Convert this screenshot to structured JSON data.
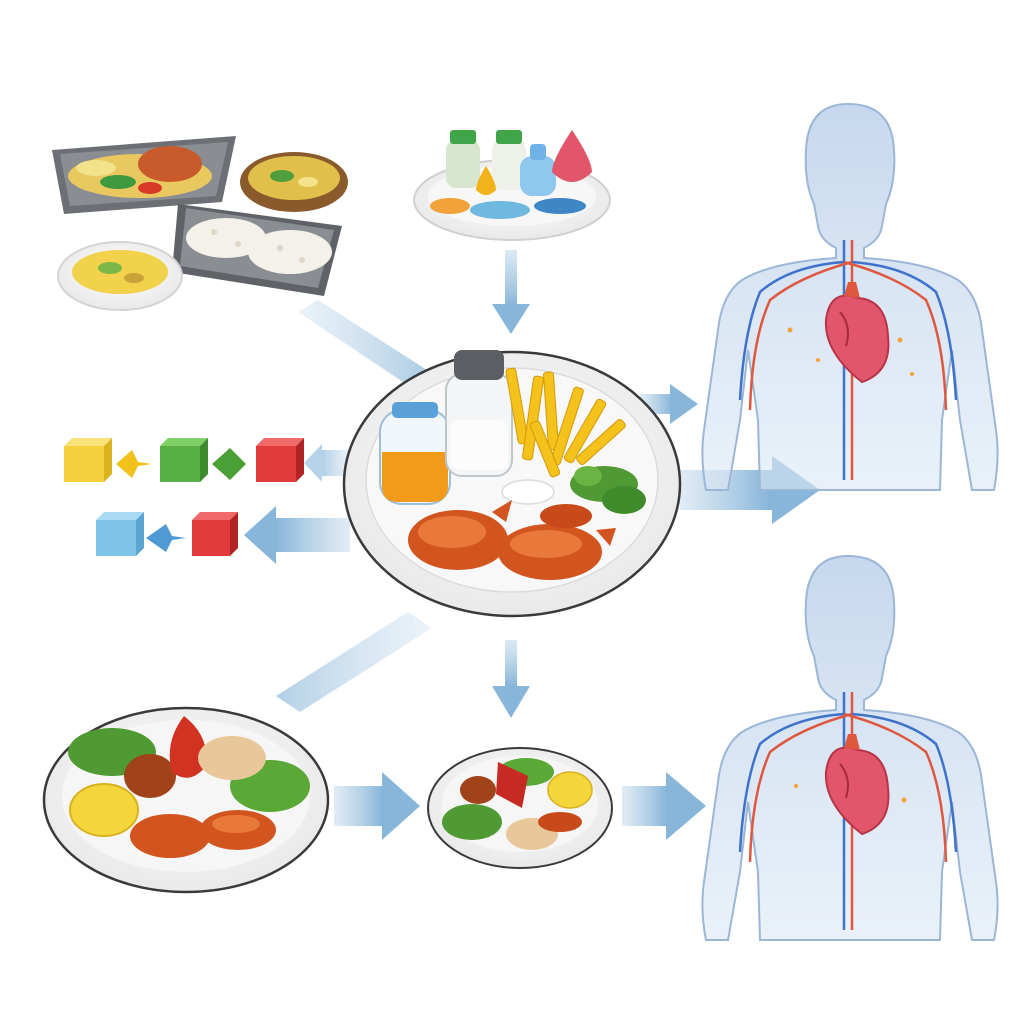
{
  "diagram": {
    "nodes": [
      {
        "id": "prepared-meals",
        "icon": "trays-and-bowls-icon"
      },
      {
        "id": "condiments",
        "icon": "condiment-bottles-icon"
      },
      {
        "id": "central-plate",
        "icon": "salty-meal-plate-icon"
      },
      {
        "id": "cube-row-top",
        "icon": "cubes-icon"
      },
      {
        "id": "cube-row-bottom",
        "icon": "cubes-icon"
      },
      {
        "id": "large-meal-plate",
        "icon": "meal-plate-icon"
      },
      {
        "id": "small-meal-plate",
        "icon": "meal-plate-icon"
      },
      {
        "id": "body-top",
        "icon": "human-heart-icon"
      },
      {
        "id": "body-bottom",
        "icon": "human-heart-icon"
      }
    ],
    "edges": [
      {
        "from": "prepared-meals",
        "to": "central-plate"
      },
      {
        "from": "condiments",
        "to": "central-plate"
      },
      {
        "from": "central-plate",
        "to": "body-top"
      },
      {
        "from": "central-plate",
        "to": "cube-row-top"
      },
      {
        "from": "central-plate",
        "to": "cube-row-bottom"
      },
      {
        "from": "central-plate",
        "to": "large-meal-plate"
      },
      {
        "from": "central-plate",
        "to": "small-meal-plate"
      },
      {
        "from": "large-meal-plate",
        "to": "small-meal-plate"
      },
      {
        "from": "small-meal-plate",
        "to": "body-bottom"
      }
    ]
  },
  "colors": {
    "arrow": "#a9c9e2",
    "body": "#c9d9ec",
    "heart": "#e2566b",
    "artery": "#e0573f",
    "vein": "#3f72c9",
    "plate": "#f4f4f4",
    "cube_yellow": "#f4d03f",
    "cube_green": "#58b044",
    "cube_red": "#e03a3a",
    "cube_blue": "#7ec3e8"
  }
}
